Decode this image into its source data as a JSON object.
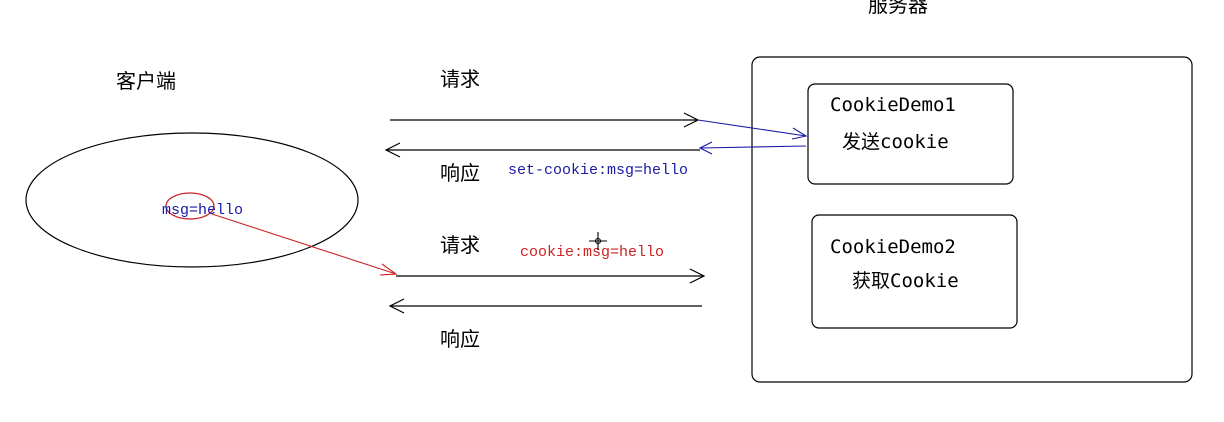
{
  "labels": {
    "client": "客户端",
    "server": "服务器",
    "request_1": "请求",
    "response_1": "响应",
    "request_2": "请求",
    "response_2": "响应"
  },
  "cookie_store": {
    "text": "msg=hello"
  },
  "annotations": {
    "set_cookie": "set-cookie:msg=hello",
    "cookie": "cookie:msg=hello"
  },
  "servlets": [
    {
      "name": "CookieDemo1",
      "action": "发送cookie"
    },
    {
      "name": "CookieDemo2",
      "action": "获取Cookie"
    }
  ],
  "colors": {
    "line": "#000000",
    "set_cookie": "#1a1aa6",
    "cookie": "#cc2222"
  }
}
